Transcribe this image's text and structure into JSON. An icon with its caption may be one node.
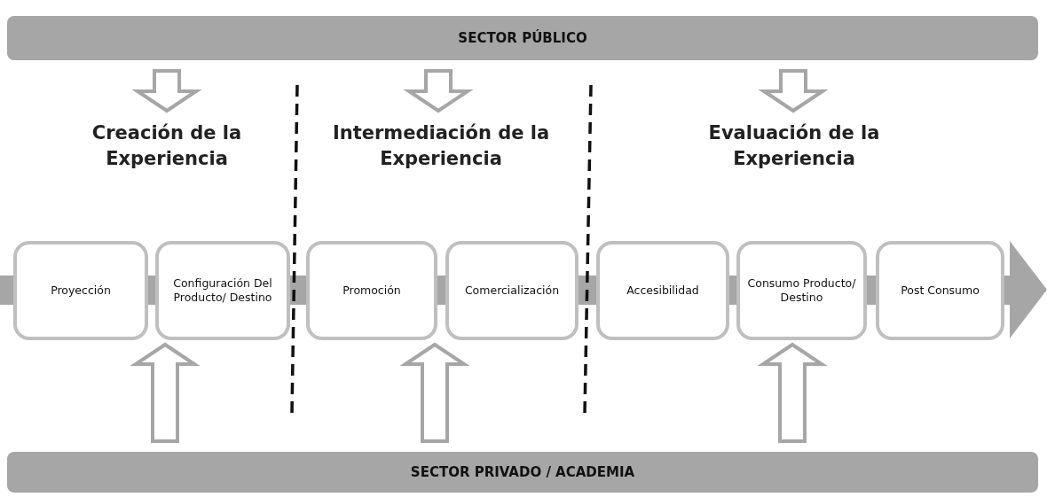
{
  "diagram": {
    "nodes": [
      {
        "text": [
          "SECTOR PÚBLICO"
        ]
      },
      {
        "text": [
          "Creación de la Experiencia"
        ]
      },
      {
        "text": [
          "Intermediación de la Experiencia"
        ]
      },
      {
        "text": [
          "Evaluación de la Experiencia"
        ]
      },
      {
        "text": [
          "Proyección"
        ]
      },
      {
        "text": [
          "Configuración Del Producto/ Destino"
        ]
      },
      {
        "text": [
          "Promoción"
        ]
      },
      {
        "text": [
          "Comercialización"
        ]
      },
      {
        "text": [
          "Accesibilidad"
        ]
      },
      {
        "text": [
          "Consumo Producto/ Destino"
        ]
      },
      {
        "text": [
          "Post Consumo"
        ]
      },
      {
        "text": [
          "SECTOR PRIVADO / ACADEMIA"
        ]
      }
    ],
    "edges": [
      {
        "from": 0,
        "to": 1,
        "arrow": "to"
      },
      {
        "from": 0,
        "to": 2,
        "arrow": "to"
      },
      {
        "from": 0,
        "to": 3,
        "arrow": "to"
      },
      {
        "from": 11,
        "to": 5,
        "arrow": "to"
      },
      {
        "from": 11,
        "to": 6,
        "arrow": "to"
      },
      {
        "from": 11,
        "to": 9,
        "arrow": "to"
      }
    ]
  }
}
